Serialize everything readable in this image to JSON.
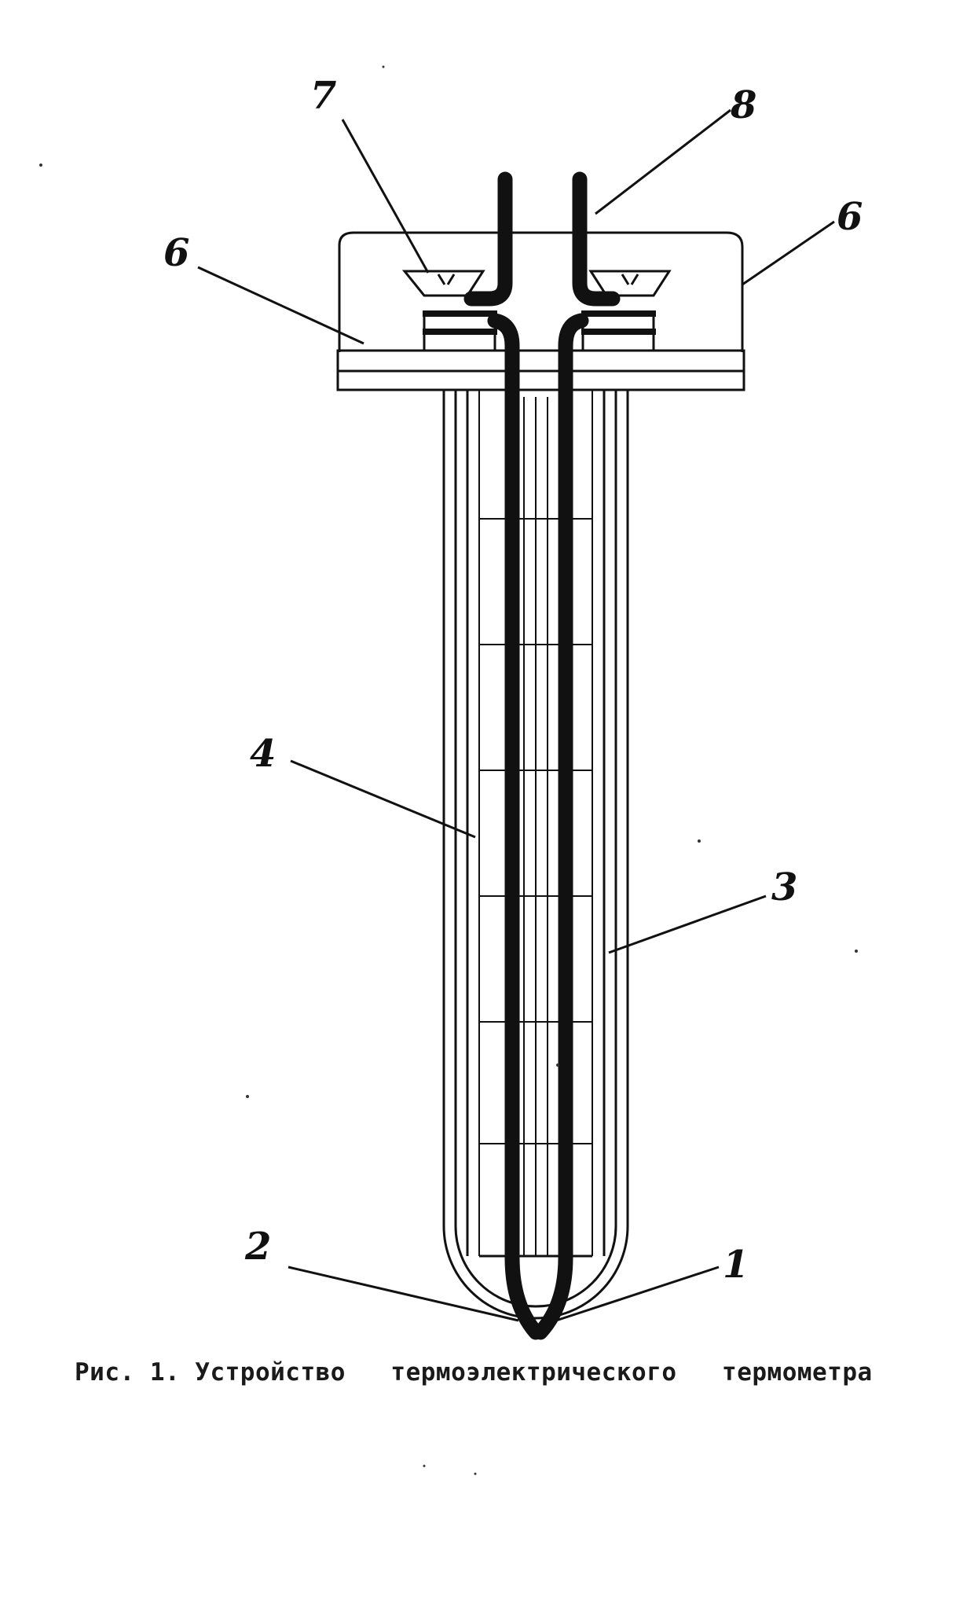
{
  "figure": {
    "caption": "Рис. 1. Устройство   термоэлектрического   термометра",
    "callouts": [
      {
        "id": "7",
        "text": "7"
      },
      {
        "id": "8",
        "text": "8"
      },
      {
        "id": "6-left",
        "text": "6"
      },
      {
        "id": "6-right",
        "text": "6"
      },
      {
        "id": "4",
        "text": "4"
      },
      {
        "id": "3",
        "text": "3"
      },
      {
        "id": "2",
        "text": "2"
      },
      {
        "id": "1",
        "text": "1"
      }
    ]
  },
  "colors": {
    "ink": "#111111",
    "paper": "#ffffff"
  }
}
